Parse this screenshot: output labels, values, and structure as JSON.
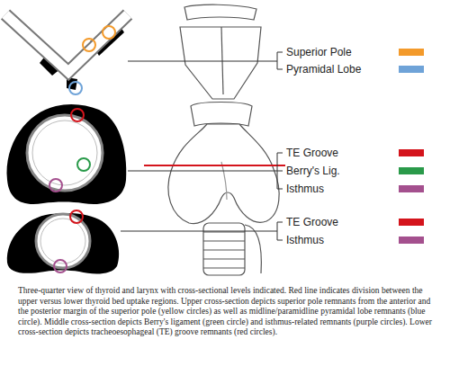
{
  "diagram": {
    "caption": "Three-quarter view of thyroid and larynx with cross-sectional levels indicated. Red line indicates division between the upper versus lower thyroid bed uptake regions. Upper cross-section depicts superior pole remnants from the anterior and the posterior margin of the superior pole (yellow circles) as well as midline/paramidline pyramidal lobe remnants (blue circle). Middle cross-section depicts Berry's ligament (green circle) and isthmus-related remnants (purple circles). Lower cross-section depicts tracheoesophageal (TE) groove remnants (red circles).",
    "legend": [
      {
        "text": "Superior Pole",
        "color": "#f39a2b"
      },
      {
        "text": "Pyramidal Lobe",
        "color": "#6fa3d8"
      },
      {
        "text": "TE Groove",
        "color": "#d4141c"
      },
      {
        "text": "Berry's Lig.",
        "color": "#2a9a4a"
      },
      {
        "text": "Isthmus",
        "color": "#a4508e"
      },
      {
        "text": "TE Groove",
        "color": "#d4141c"
      },
      {
        "text": "Isthmus",
        "color": "#a4508e"
      }
    ]
  }
}
